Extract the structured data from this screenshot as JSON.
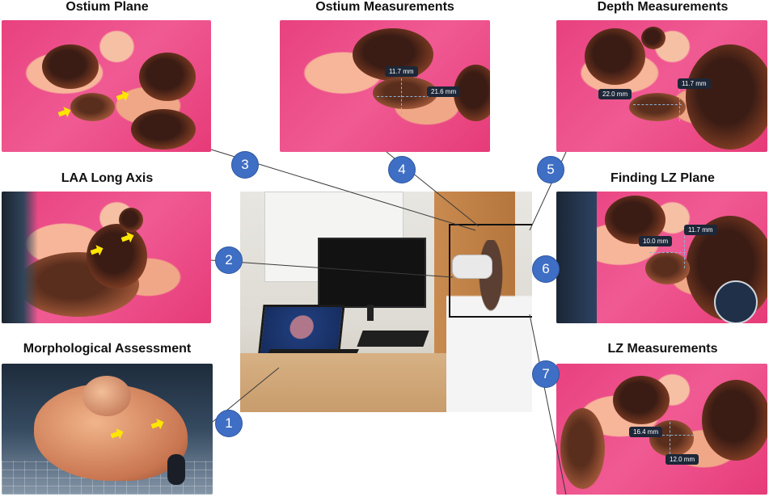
{
  "titles": {
    "ostium_plane": "Ostium Plane",
    "ostium_measurements": "Ostium Measurements",
    "depth_measurements": "Depth Measurements",
    "laa_long_axis": "LAA Long Axis",
    "finding_lz_plane": "Finding LZ Plane",
    "morphological_assessment": "Morphological Assessment",
    "lz_measurements": "LZ Measurements"
  },
  "steps": [
    "1",
    "2",
    "3",
    "4",
    "5",
    "6",
    "7"
  ],
  "measurements": {
    "ostium_a": "11.7 mm",
    "ostium_b": "21.6 mm",
    "depth_a": "22.0 mm",
    "depth_b": "11.7 mm",
    "lz_plane_a": "10.0 mm",
    "lz_plane_b": "11.7 mm",
    "lz_a": "16.4 mm",
    "lz_b": "12.0 mm"
  },
  "colors": {
    "badge": "#3f6fc4",
    "arrow": "#ffe600",
    "tissue": "#e8417f"
  }
}
